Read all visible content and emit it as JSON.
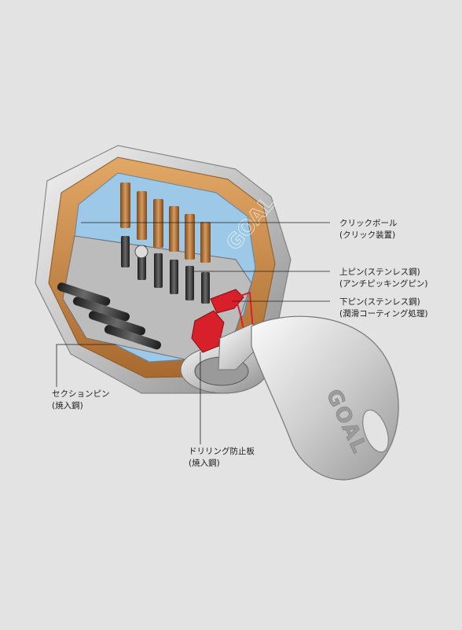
{
  "labels": {
    "click_ball": {
      "line1": "クリックボール",
      "line2": "(クリック装置)"
    },
    "upper_pin": {
      "line1": "上ピン(ステンレス鋼)",
      "line2": "(アンチピッキングピン)"
    },
    "lower_pin": {
      "line1": "下ピン(ステンレス鋼)",
      "line2": "(潤滑コーティング処理)"
    },
    "section_pin": {
      "line1": "セクションピン",
      "line2": "(焼入鋼)"
    },
    "drill_plate": {
      "line1": "ドリリング防止板",
      "line2": "(焼入鋼)"
    }
  },
  "key_brand": "GOAL",
  "watermark": "GOAL",
  "colors": {
    "background": "#e3e3e3",
    "brass": "#c98a45",
    "steel": "#c4c4c4",
    "blue_inner": "#9dc8e8",
    "red_plate": "#d8202a",
    "leader_line": "#222222"
  }
}
